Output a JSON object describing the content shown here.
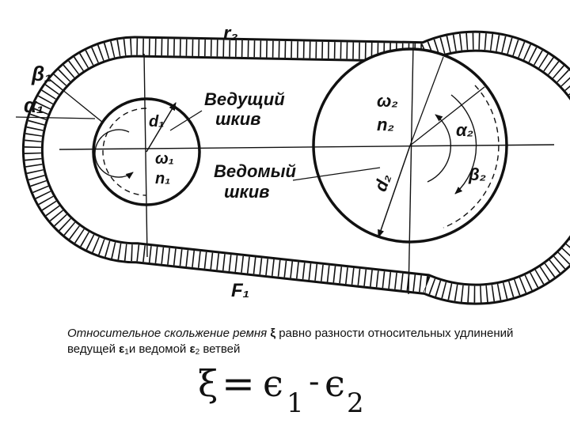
{
  "diagram": {
    "labels": {
      "r2": "r₂",
      "beta1": "β₁",
      "alpha1": "α₁",
      "d1": "d₁",
      "omega1": "ω₁",
      "n1": "n₁",
      "driving_pulley_line1": "Ведущий",
      "driving_pulley_line2": "шкив",
      "driven_pulley_line1": "Ведомый",
      "driven_pulley_line2": "шкив",
      "omega2": "ω₂",
      "n2": "n₂",
      "alpha2": "α₂",
      "beta2": "β₂",
      "d2": "d₂",
      "F1": "F₁"
    }
  },
  "caption": {
    "part1": "Относительное скольжение ремня ",
    "xi": "ξ",
    "part2": " равно разности относительных удлинений ведущей ",
    "eps1": "ε",
    "sub1": "1",
    "part3": "и ведомой ",
    "eps2": "ε",
    "sub2": "2",
    "part4": " ветвей"
  },
  "formula": {
    "xi": "ξ",
    "eq": "=",
    "e1": "ϵ",
    "s1": "1",
    "minus": "-",
    "e2": "ϵ",
    "s2": "2"
  }
}
